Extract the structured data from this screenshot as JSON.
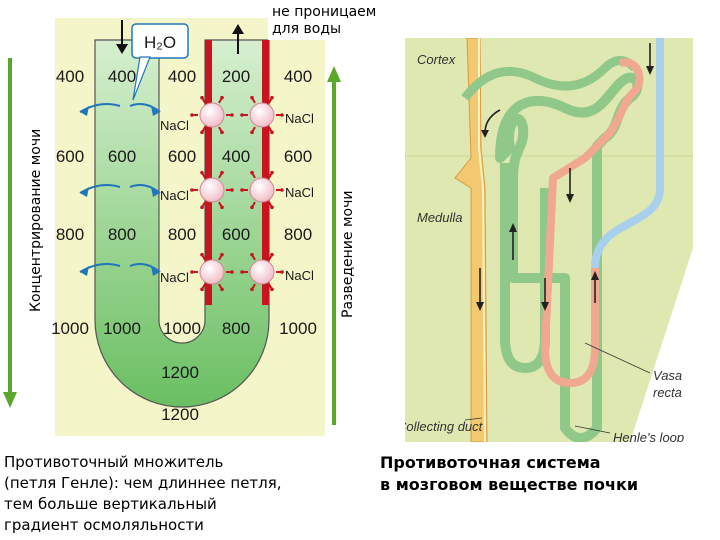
{
  "left_diagram": {
    "water_label": "H₂O",
    "impermeable_note": "не проницаем\nдля воды",
    "concentration_label": "Концентрирование мочи",
    "dilution_label": "Разведение мочи",
    "salt_label": "NaCl",
    "osmolarity_rows": [
      [
        "400",
        "400",
        "400",
        "200",
        "400"
      ],
      [
        "600",
        "600",
        "600",
        "400",
        "600"
      ],
      [
        "800",
        "800",
        "800",
        "600",
        "800"
      ],
      [
        "1000",
        "1000",
        "1000",
        "800",
        "1000"
      ]
    ],
    "bottom_values": [
      "1200",
      "1200"
    ],
    "caption": "Противоточный множитель\n(петля Генле): чем длиннее петля,\nтем больше вертикальный\nградиент осмоляльности"
  },
  "right_diagram": {
    "labels": {
      "cortex": "Cortex",
      "medulla": "Medulla",
      "collecting_duct": "Collecting duct",
      "vasa_recta": "Vasa\nrecta",
      "henle_loop": "Henle's loop"
    },
    "caption": "Противоточная система\nв мозговом веществе почки"
  },
  "colors": {
    "background_yellow": "#f4f5c8",
    "loop_green": "#7fc77a",
    "red_tube": "#c8141e",
    "arrow_blue": "#2277bb",
    "kidney_bg": "#dfe8b0",
    "duct_orange": "#f2c870",
    "vessel_pink": "#f0a890",
    "vessel_blue": "#a8d0ec"
  }
}
